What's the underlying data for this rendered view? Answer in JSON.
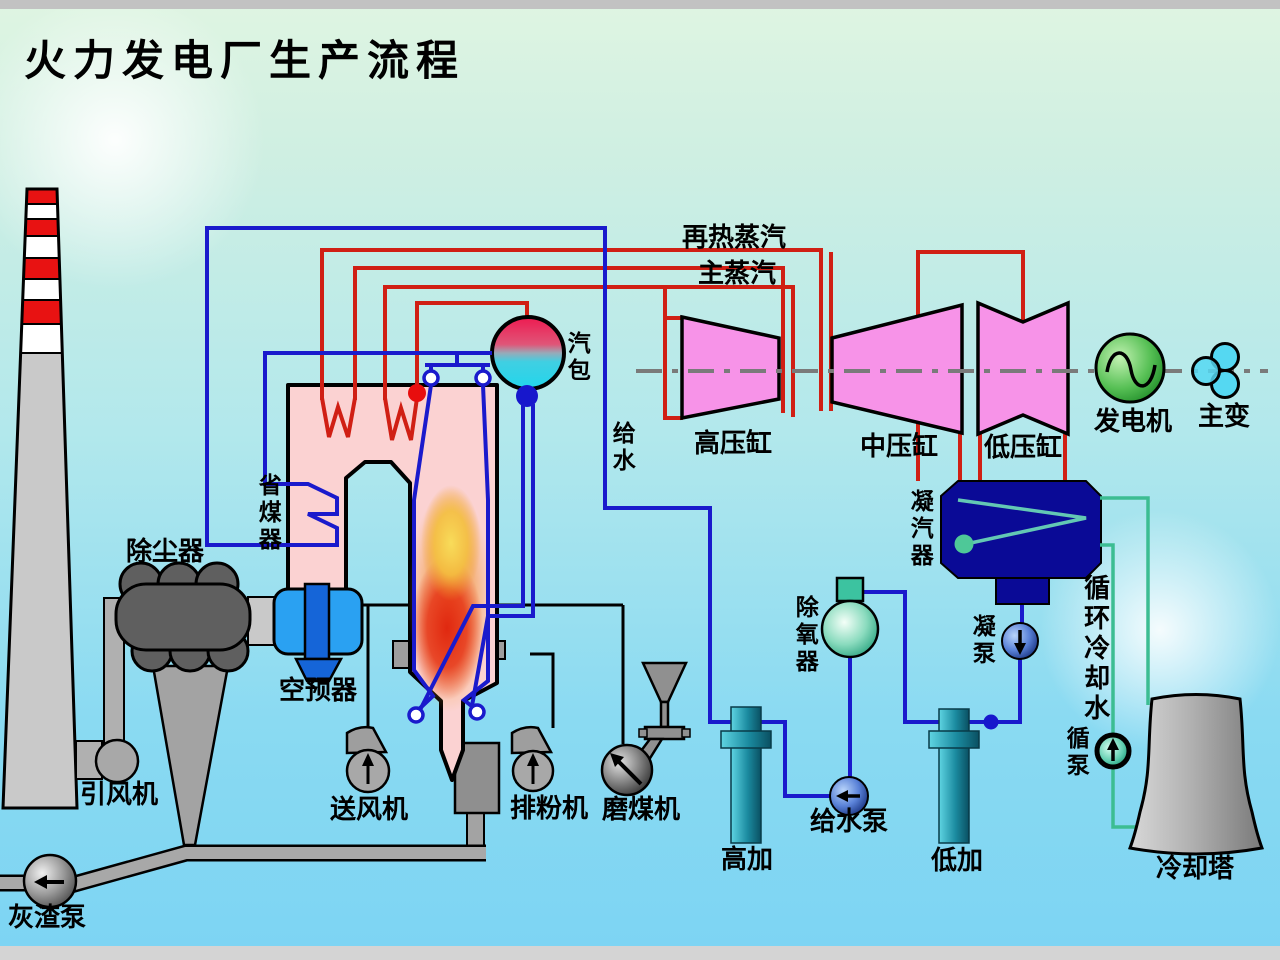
{
  "title": "火力发电厂生产流程",
  "labels": {
    "reheat_steam": "再热蒸汽",
    "main_steam": "主蒸汽",
    "steam_drum": "汽包",
    "feed_water": "给水",
    "economizer": "省煤器",
    "hp_cylinder": "高压缸",
    "ip_cylinder": "中压缸",
    "lp_cylinder": "低压缸",
    "generator": "发电机",
    "main_transformer": "主变",
    "condenser": "凝汽器",
    "condensate_pump": "凝泵",
    "circ_cooling_water": "循环冷却水",
    "circ_pump": "循泵",
    "cooling_tower": "冷却塔",
    "deaerator": "除氧器",
    "feedwater_pump": "给水泵",
    "hp_heater": "高加",
    "lp_heater": "低加",
    "dust_collector": "除尘器",
    "air_preheater": "空预器",
    "induced_draft_fan": "引风机",
    "forced_draft_fan": "送风机",
    "powder_exhauster": "排粉机",
    "coal_mill": "磨煤机",
    "ash_slag_pump": "灰渣泵"
  },
  "colors": {
    "bg_top": "#dff5e2",
    "bg_bottom": "#7cd4f3",
    "steam_pipe_red": "#d01f14",
    "water_pipe_blue": "#1a1acc",
    "cooling_pipe_teal": "#3cbd92",
    "turbine_pink": "#f793e8",
    "boiler_pink": "#fbd2d2",
    "condenser_navy": "#0a0a96",
    "preheater_blue": "#2aa1f2",
    "heater_teal": "#1b8ba0",
    "generator_green": "#3fae46",
    "transformer_cyan": "#55d8f2",
    "drum_top_red": "#ee1a50",
    "drum_bottom_cyan": "#22d6ec",
    "chimney_stripe_red": "#e81212",
    "equipment_gray": "#a8a8a8",
    "flame_yellow": "#f8dc5a",
    "flame_red": "#e63418"
  }
}
